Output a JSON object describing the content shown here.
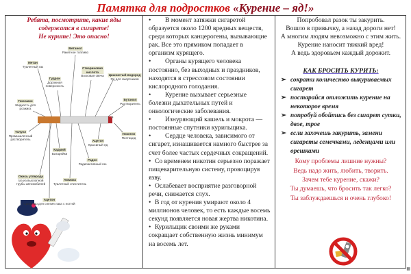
{
  "title": {
    "part1": "Памятка для подростков",
    "part2": "«Курение – яд!»"
  },
  "left": {
    "warning": [
      "Ребята, посмотрите, какие яды",
      "содержатся в сигарете!",
      "Не курите! Это опасно!"
    ],
    "substances": [
      {
        "name": "Метанол",
        "desc": "Ракетное топливо"
      },
      {
        "name": "Метан",
        "desc": "Туалетный газ"
      },
      {
        "name": "Гудрон",
        "desc": "Дорожная поверхность"
      },
      {
        "name": "Стеариновая кислота",
        "desc": "Восковая свеча"
      },
      {
        "name": "Цианистый водород",
        "desc": "Яд для смертников"
      },
      {
        "name": "Гексамин",
        "desc": "Жидкость для розжига"
      },
      {
        "name": "Бутанол",
        "desc": "Растворитель"
      },
      {
        "name": "Толуол",
        "desc": "Промышленный растворитель"
      },
      {
        "name": "Никотин",
        "desc": "Пестицид"
      },
      {
        "name": "Ацетон",
        "desc": "Крысиный яд"
      },
      {
        "name": "Кадмий",
        "desc": "Батарейки"
      },
      {
        "name": "Радон",
        "desc": "Радиоактивный газ"
      },
      {
        "name": "Окись углерода",
        "desc": "газ из выхлопной трубы автомобилей"
      },
      {
        "name": "Аммиак",
        "desc": "Туалетный очиститель"
      },
      {
        "name": "Ацетон",
        "desc": "Средство для снятия лака с ногтей"
      }
    ]
  },
  "middle": {
    "facts": [
      "В момент затяжки сигаретой образуется около 1200 вредных веществ, среди которых канцерогены, вызывающие рак. Все это прямиком попадает в организм курящего.",
      "Органы курящего человека постоянно, без выходных и праздников, находятся в стрессовом состоянии кислородного голодания.",
      "Курение вызывает серьезные болезни дыхательных путей и онкологические заболевания.",
      "Изнуряющий кашель и мокрота — постоянные спутники курильщика.",
      "Сердце человека, зависимого от сигарет, изнашивается намного быстрее за счет более частых сердечных сокращений.",
      "Со временем никотин серьезно поражает пищеварительную систему, провоцируя язву.",
      "Ослабевает восприятие разговорной речи, снижается слух.",
      "В год от курения умирают около 4 миллионов человек, то есть каждые восемь секунд появляется новая жертва никотина.",
      "Курильщик своими же руками сокращает собственную жизнь минимум на восемь лет."
    ],
    "bullet": "•"
  },
  "right": {
    "poem": [
      "Попробовал разок ты закурить.",
      "Вошло в привычку, а назад дороги нет!",
      "А многим людям невозможно с этим жить.",
      "Курение наносит тяжкий вред!",
      "А ведь здоровьем каждый дорожит."
    ],
    "how_to_quit_title": "КАК БРОСИТЬ  КУРИТЬ:",
    "tips": [
      "сократи количество выкуриваемых сигарет",
      "постарайся отложить курение на некоторое время",
      "попробуй обойтись без сигарет сутки, двое, трое",
      "если захочешь закурить, замени сигареты семечками, леденцами или орешками"
    ],
    "arrow": "➢",
    "red_poem": [
      "Кому проблемы лишние нужны?",
      "Ведь надо жить, любить, творить.",
      "Зачем тебе курение, скажи?",
      "Ты думаешь, что бросить так легко?",
      "Ты заблуждаешься и очень глубоко!"
    ]
  },
  "colors": {
    "title_red": "#d01818",
    "title_dark": "#8a0e1e",
    "warn": "#b0182c",
    "red_poem": "#c0283a"
  }
}
